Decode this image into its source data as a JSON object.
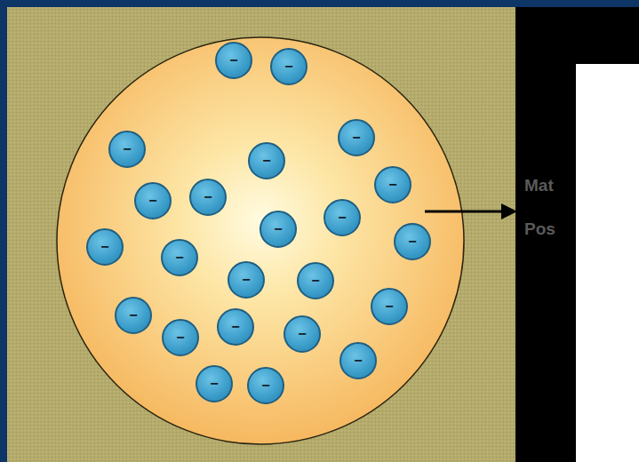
{
  "diagram": {
    "nodes": [
      {
        "text": [
          "−"
        ]
      },
      {
        "text": [
          "−"
        ]
      },
      {
        "text": [
          "−"
        ]
      },
      {
        "text": [
          "−"
        ]
      },
      {
        "text": [
          "−"
        ]
      },
      {
        "text": [
          "−"
        ]
      },
      {
        "text": [
          "−"
        ]
      },
      {
        "text": [
          "−"
        ]
      },
      {
        "text": [
          "−"
        ]
      },
      {
        "text": [
          "−"
        ]
      },
      {
        "text": [
          "−"
        ]
      },
      {
        "text": [
          "−"
        ]
      },
      {
        "text": [
          "−"
        ]
      },
      {
        "text": [
          "−"
        ]
      },
      {
        "text": [
          "−"
        ]
      },
      {
        "text": [
          "−"
        ]
      },
      {
        "text": [
          "−"
        ]
      },
      {
        "text": [
          "−"
        ]
      },
      {
        "text": [
          "−"
        ]
      },
      {
        "text": [
          "−"
        ]
      },
      {
        "text": [
          "−"
        ]
      },
      {
        "text": [
          "−"
        ]
      },
      {
        "text": [
          "−"
        ]
      }
    ],
    "labels": [
      "Mat",
      "Pos"
    ]
  }
}
